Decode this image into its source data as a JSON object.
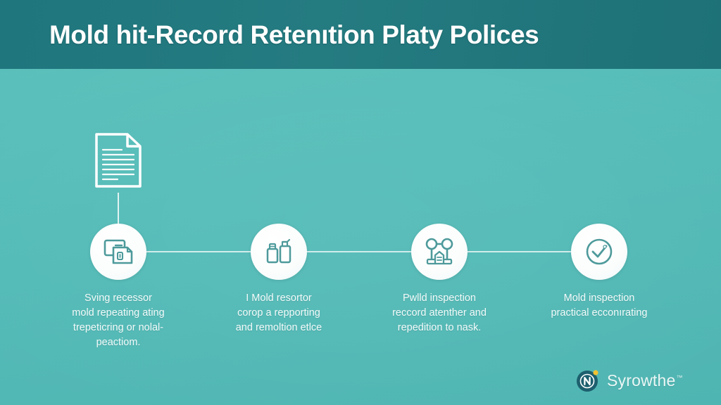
{
  "header": {
    "title": "Mold hit-Record Retenıtion Platy Polices",
    "background_color": "#227a80"
  },
  "theme": {
    "background_color": "#58bdb9",
    "circle_color": "#ffffff",
    "icon_color": "#4e9a9b",
    "text_color": "#f3fbfb",
    "accent_color": "#f2c230"
  },
  "top_icon": {
    "name": "document-icon",
    "label": "document"
  },
  "steps": [
    {
      "icon": "records-stack-icon",
      "lines": [
        "Sving recessor",
        "mold repeating ating",
        "trepeticring or nolal-",
        "peactiom."
      ]
    },
    {
      "icon": "spray-bottles-icon",
      "lines": [
        "I Mold resortor",
        "corop a repporting",
        "and remoltion etlce"
      ]
    },
    {
      "icon": "inspection-structure-icon",
      "lines": [
        "Pwlld inspection",
        "reccord atenther and",
        "repedition to nask."
      ]
    },
    {
      "icon": "check-circle-icon",
      "lines": [
        "Mold inspection",
        "practical ecconırating"
      ]
    }
  ],
  "footer": {
    "logo_mark_letter": "N",
    "logo_text": "Syrowthe",
    "logo_tm": "™"
  }
}
